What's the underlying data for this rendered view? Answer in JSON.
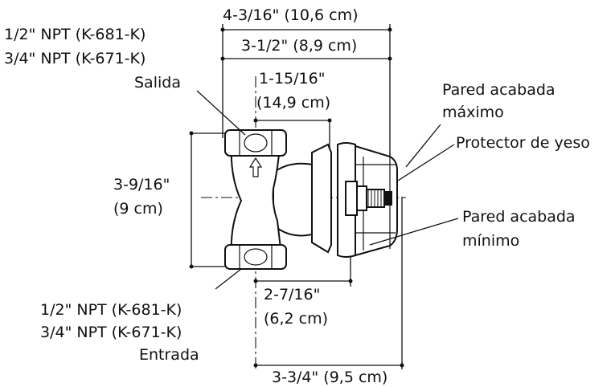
{
  "labels": {
    "dim_overall_top": "4-3/16\" (10,6 cm)",
    "dim_top_second": "3-1/2\" (8,9 cm)",
    "dim_outlet_line1": "1-15/16\"",
    "dim_outlet_line2": "(14,9 cm)",
    "dim_height_line1": "3-9/16\"",
    "dim_height_line2": "(9 cm)",
    "dim_inlet_line1": "2-7/16\"",
    "dim_inlet_line2": "(6,2 cm)",
    "dim_bottom": "3-3/4\" (9,5 cm)",
    "top_npt_1": "1/2\" NPT (K-681-K)",
    "top_npt_2": "3/4\" NPT (K-671-K)",
    "outlet": "Salida",
    "bottom_npt_1": "1/2\" NPT (K-681-K)",
    "bottom_npt_2": "3/4\" NPT (K-671-K)",
    "inlet": "Entrada",
    "wall_max_line1": "Pared acabada",
    "wall_max_line2": "máximo",
    "plaster_guard": "Protector de yeso",
    "wall_min_line1": "Pared acabada",
    "wall_min_line2": "mínimo"
  }
}
